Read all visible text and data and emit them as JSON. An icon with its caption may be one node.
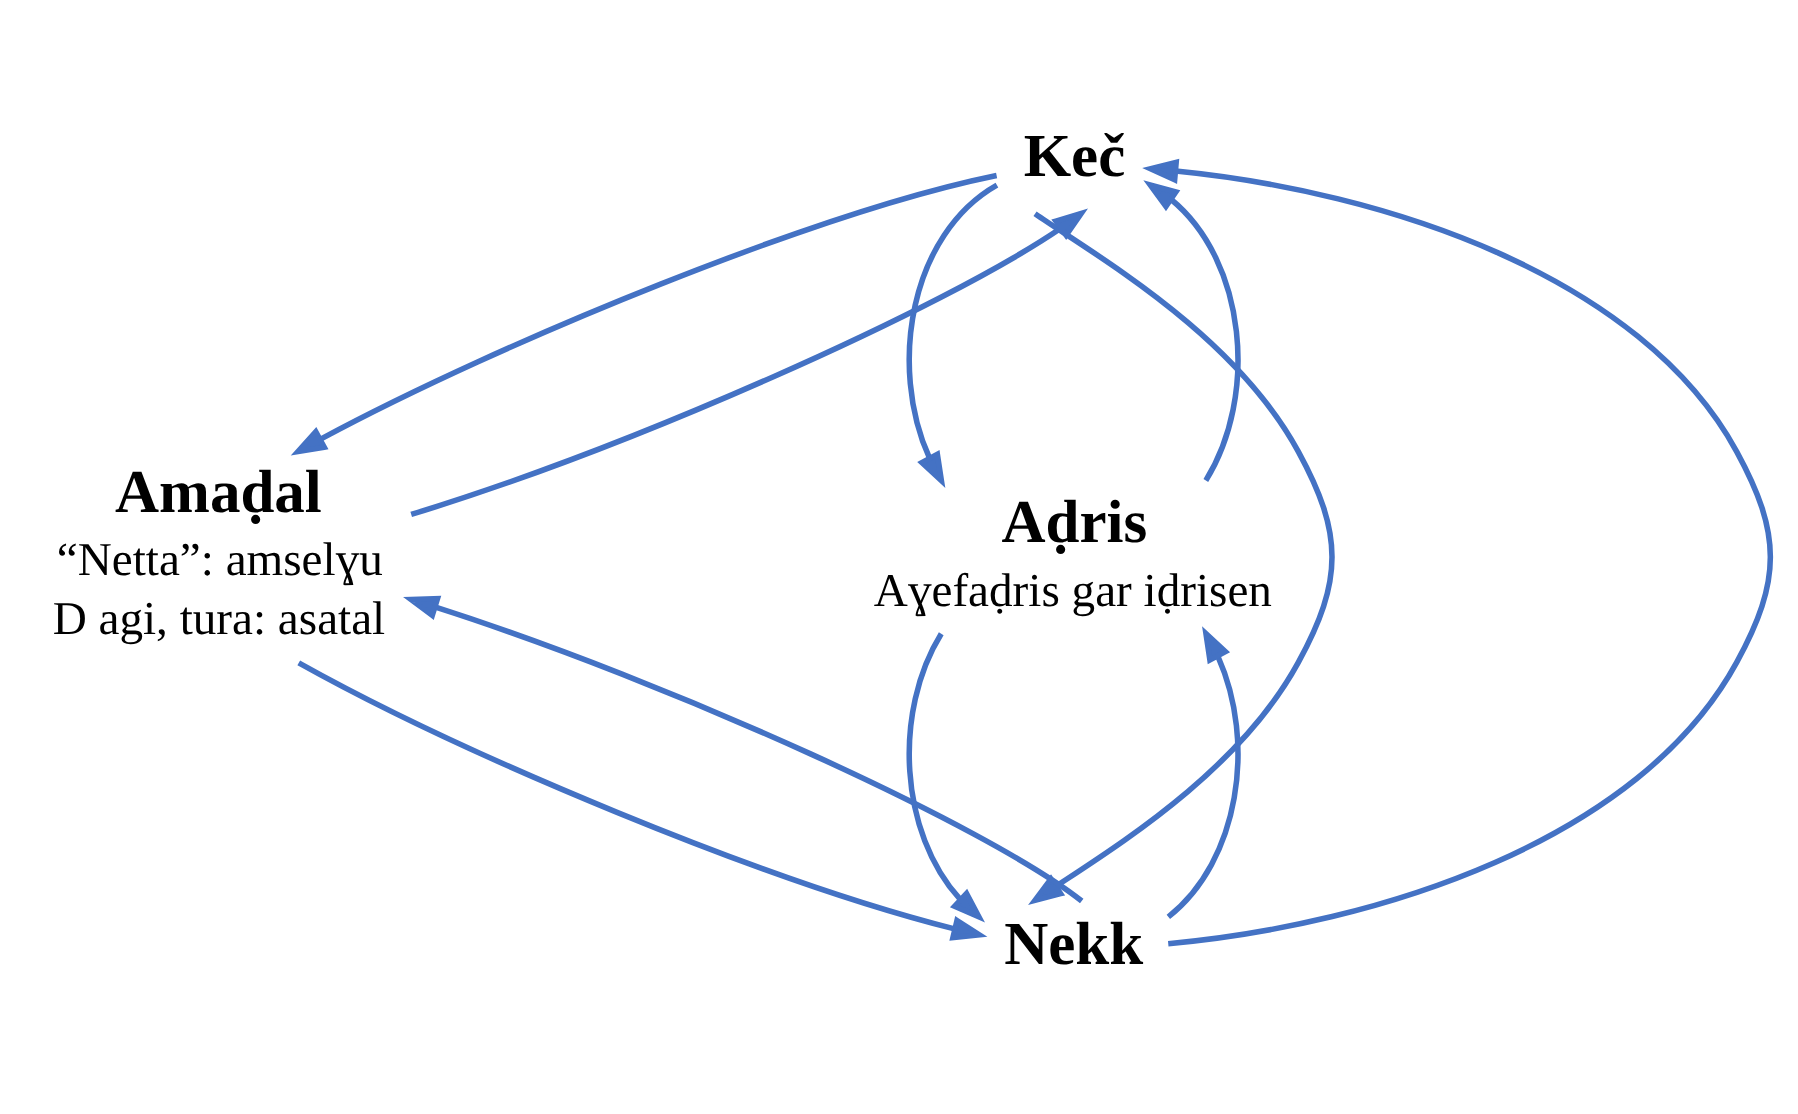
{
  "diagram": {
    "nodes": [
      {
        "text": [
          "Keč"
        ]
      },
      {
        "text": [
          "Amaḍal"
        ],
        "beside": [
          "“Netta”: amselɣu",
          "D agi, tura: asatal"
        ]
      },
      {
        "text": [
          "Aḍris"
        ],
        "beside": [
          "Aɣefaḍris gar iḍrisen"
        ]
      },
      {
        "text": [
          "Nekk"
        ]
      }
    ],
    "edges": [
      {
        "from": 0,
        "to": 1,
        "arrow": "to"
      },
      {
        "from": 1,
        "to": 0,
        "arrow": "to"
      },
      {
        "from": 0,
        "to": 3,
        "arrow": "to"
      },
      {
        "from": 3,
        "to": 0,
        "arrow": "to"
      },
      {
        "from": 2,
        "to": 0,
        "arrow": "to"
      },
      {
        "from": 0,
        "to": 2,
        "arrow": "to"
      },
      {
        "from": 1,
        "to": 3,
        "arrow": "to"
      },
      {
        "from": 3,
        "to": 1,
        "arrow": "to"
      },
      {
        "from": 3,
        "to": 2,
        "arrow": "to"
      },
      {
        "from": 2,
        "to": 3,
        "arrow": "to"
      }
    ]
  }
}
